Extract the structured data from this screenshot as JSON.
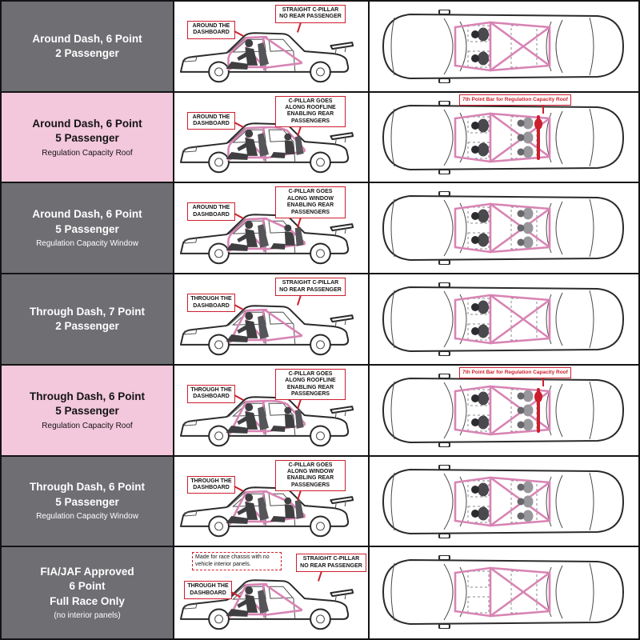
{
  "theme": {
    "dark_bg": "#6f6e73",
    "pink_bg": "#f3c7dc",
    "cage_color": "#d884b4",
    "annotation_red": "#cc1f2d"
  },
  "rows": [
    {
      "title1": "Around Dash, 6 Point",
      "title2": "2 Passenger",
      "title3": "",
      "subtitle": "",
      "theme": "dark",
      "dash_type": "around",
      "cage": "straight",
      "passengers": 2,
      "seventh_bar": false,
      "dash_label": "AROUND THE DASHBOARD",
      "pillar_label": "STRAIGHT C-PILLAR NO REAR PASSENGER",
      "top_label": "",
      "note": ""
    },
    {
      "title1": "Around Dash, 6 Point",
      "title2": "5 Passenger",
      "title3": "",
      "subtitle": "Regulation Capacity Roof",
      "theme": "pink",
      "dash_type": "around",
      "cage": "roofline",
      "passengers": 5,
      "seventh_bar": true,
      "dash_label": "AROUND THE DASHBOARD",
      "pillar_label": "C-PILLAR GOES ALONG ROOFLINE ENABLING REAR PASSENGERS",
      "top_label": "7th Point Bar for Regulation Capacity Roof",
      "note": ""
    },
    {
      "title1": "Around Dash, 6 Point",
      "title2": "5 Passenger",
      "title3": "",
      "subtitle": "Regulation Capacity Window",
      "theme": "dark",
      "dash_type": "around",
      "cage": "window",
      "passengers": 5,
      "seventh_bar": false,
      "dash_label": "AROUND THE DASHBOARD",
      "pillar_label": "C-PILLAR GOES ALONG WINDOW ENABLING REAR PASSENGERS",
      "top_label": "",
      "note": ""
    },
    {
      "title1": "Through Dash, 7 Point",
      "title2": "2 Passenger",
      "title3": "",
      "subtitle": "",
      "theme": "dark",
      "dash_type": "through",
      "cage": "straight",
      "passengers": 2,
      "seventh_bar": false,
      "dash_label": "THROUGH THE DASHBOARD",
      "pillar_label": "STRAIGHT C-PILLAR NO REAR PASSENGER",
      "top_label": "",
      "note": ""
    },
    {
      "title1": "Through Dash, 6 Point",
      "title2": "5 Passenger",
      "title3": "",
      "subtitle": "Regulation Capacity Roof",
      "theme": "pink",
      "dash_type": "through",
      "cage": "roofline",
      "passengers": 5,
      "seventh_bar": true,
      "dash_label": "THROUGH THE DASHBOARD",
      "pillar_label": "C-PILLAR GOES ALONG ROOFLINE ENABLING REAR PASSENGERS",
      "top_label": "7th Point Bar for Regulation Capacity Roof",
      "note": ""
    },
    {
      "title1": "Through Dash, 6 Point",
      "title2": "5 Passenger",
      "title3": "",
      "subtitle": "Regulation Capacity Window",
      "theme": "dark",
      "dash_type": "through",
      "cage": "window",
      "passengers": 5,
      "seventh_bar": false,
      "dash_label": "THROUGH THE DASHBOARD",
      "pillar_label": "C-PILLAR GOES ALONG WINDOW ENABLING REAR PASSENGERS",
      "top_label": "",
      "note": ""
    },
    {
      "title1": "FIA/JAF Approved",
      "title2": "6 Point",
      "title3": "Full Race Only",
      "subtitle": "(no interior panels)",
      "theme": "dark",
      "dash_type": "through",
      "cage": "straight",
      "passengers": 1,
      "seventh_bar": false,
      "dash_label": "THROUGH THE DASHBOARD",
      "pillar_label": "STRAIGHT C-PILLAR NO REAR PASSENGER",
      "top_label": "",
      "note": "Made for race chassis with no vehicle interior panels."
    }
  ]
}
